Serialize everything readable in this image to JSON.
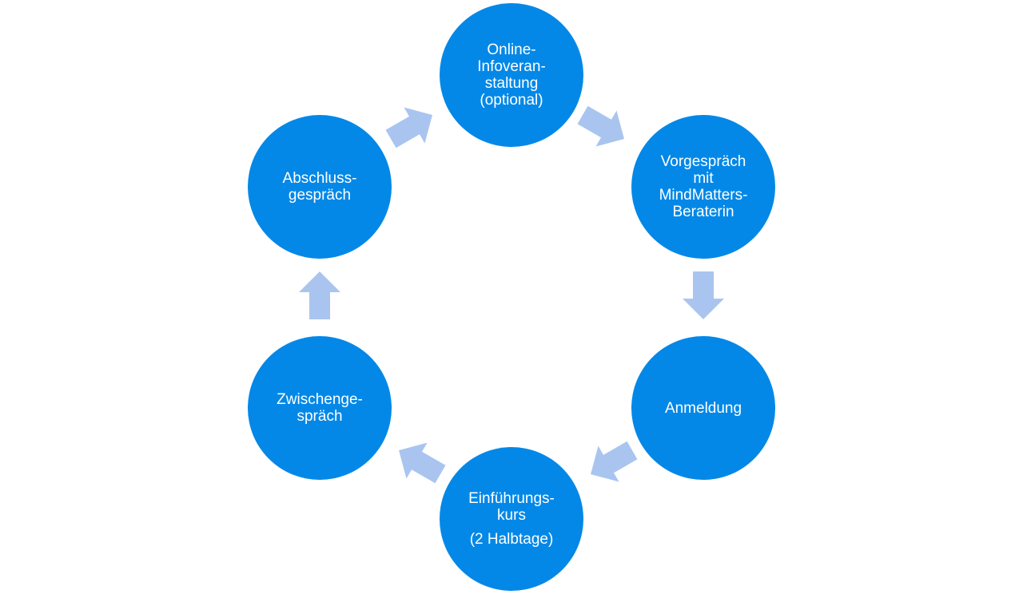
{
  "colors": {
    "node_fill": "#0388e7",
    "arrow_fill": "#a9c5ef",
    "text": "#ffffff"
  },
  "cycle": {
    "steps": [
      {
        "lines": [
          "Online-",
          "Infoveran-",
          "staltung",
          "(optional)"
        ]
      },
      {
        "lines": [
          "Vorgespräch",
          "mit",
          "MindMatters-",
          "Beraterin"
        ]
      },
      {
        "lines": [
          "Anmeldung"
        ]
      },
      {
        "lines": [
          "Einführungs-",
          "kurs"
        ],
        "extra": "(2 Halbtage)"
      },
      {
        "lines": [
          "Zwischenge-",
          "spräch"
        ]
      },
      {
        "lines": [
          "Abschluss-",
          "gespräch"
        ]
      }
    ]
  }
}
